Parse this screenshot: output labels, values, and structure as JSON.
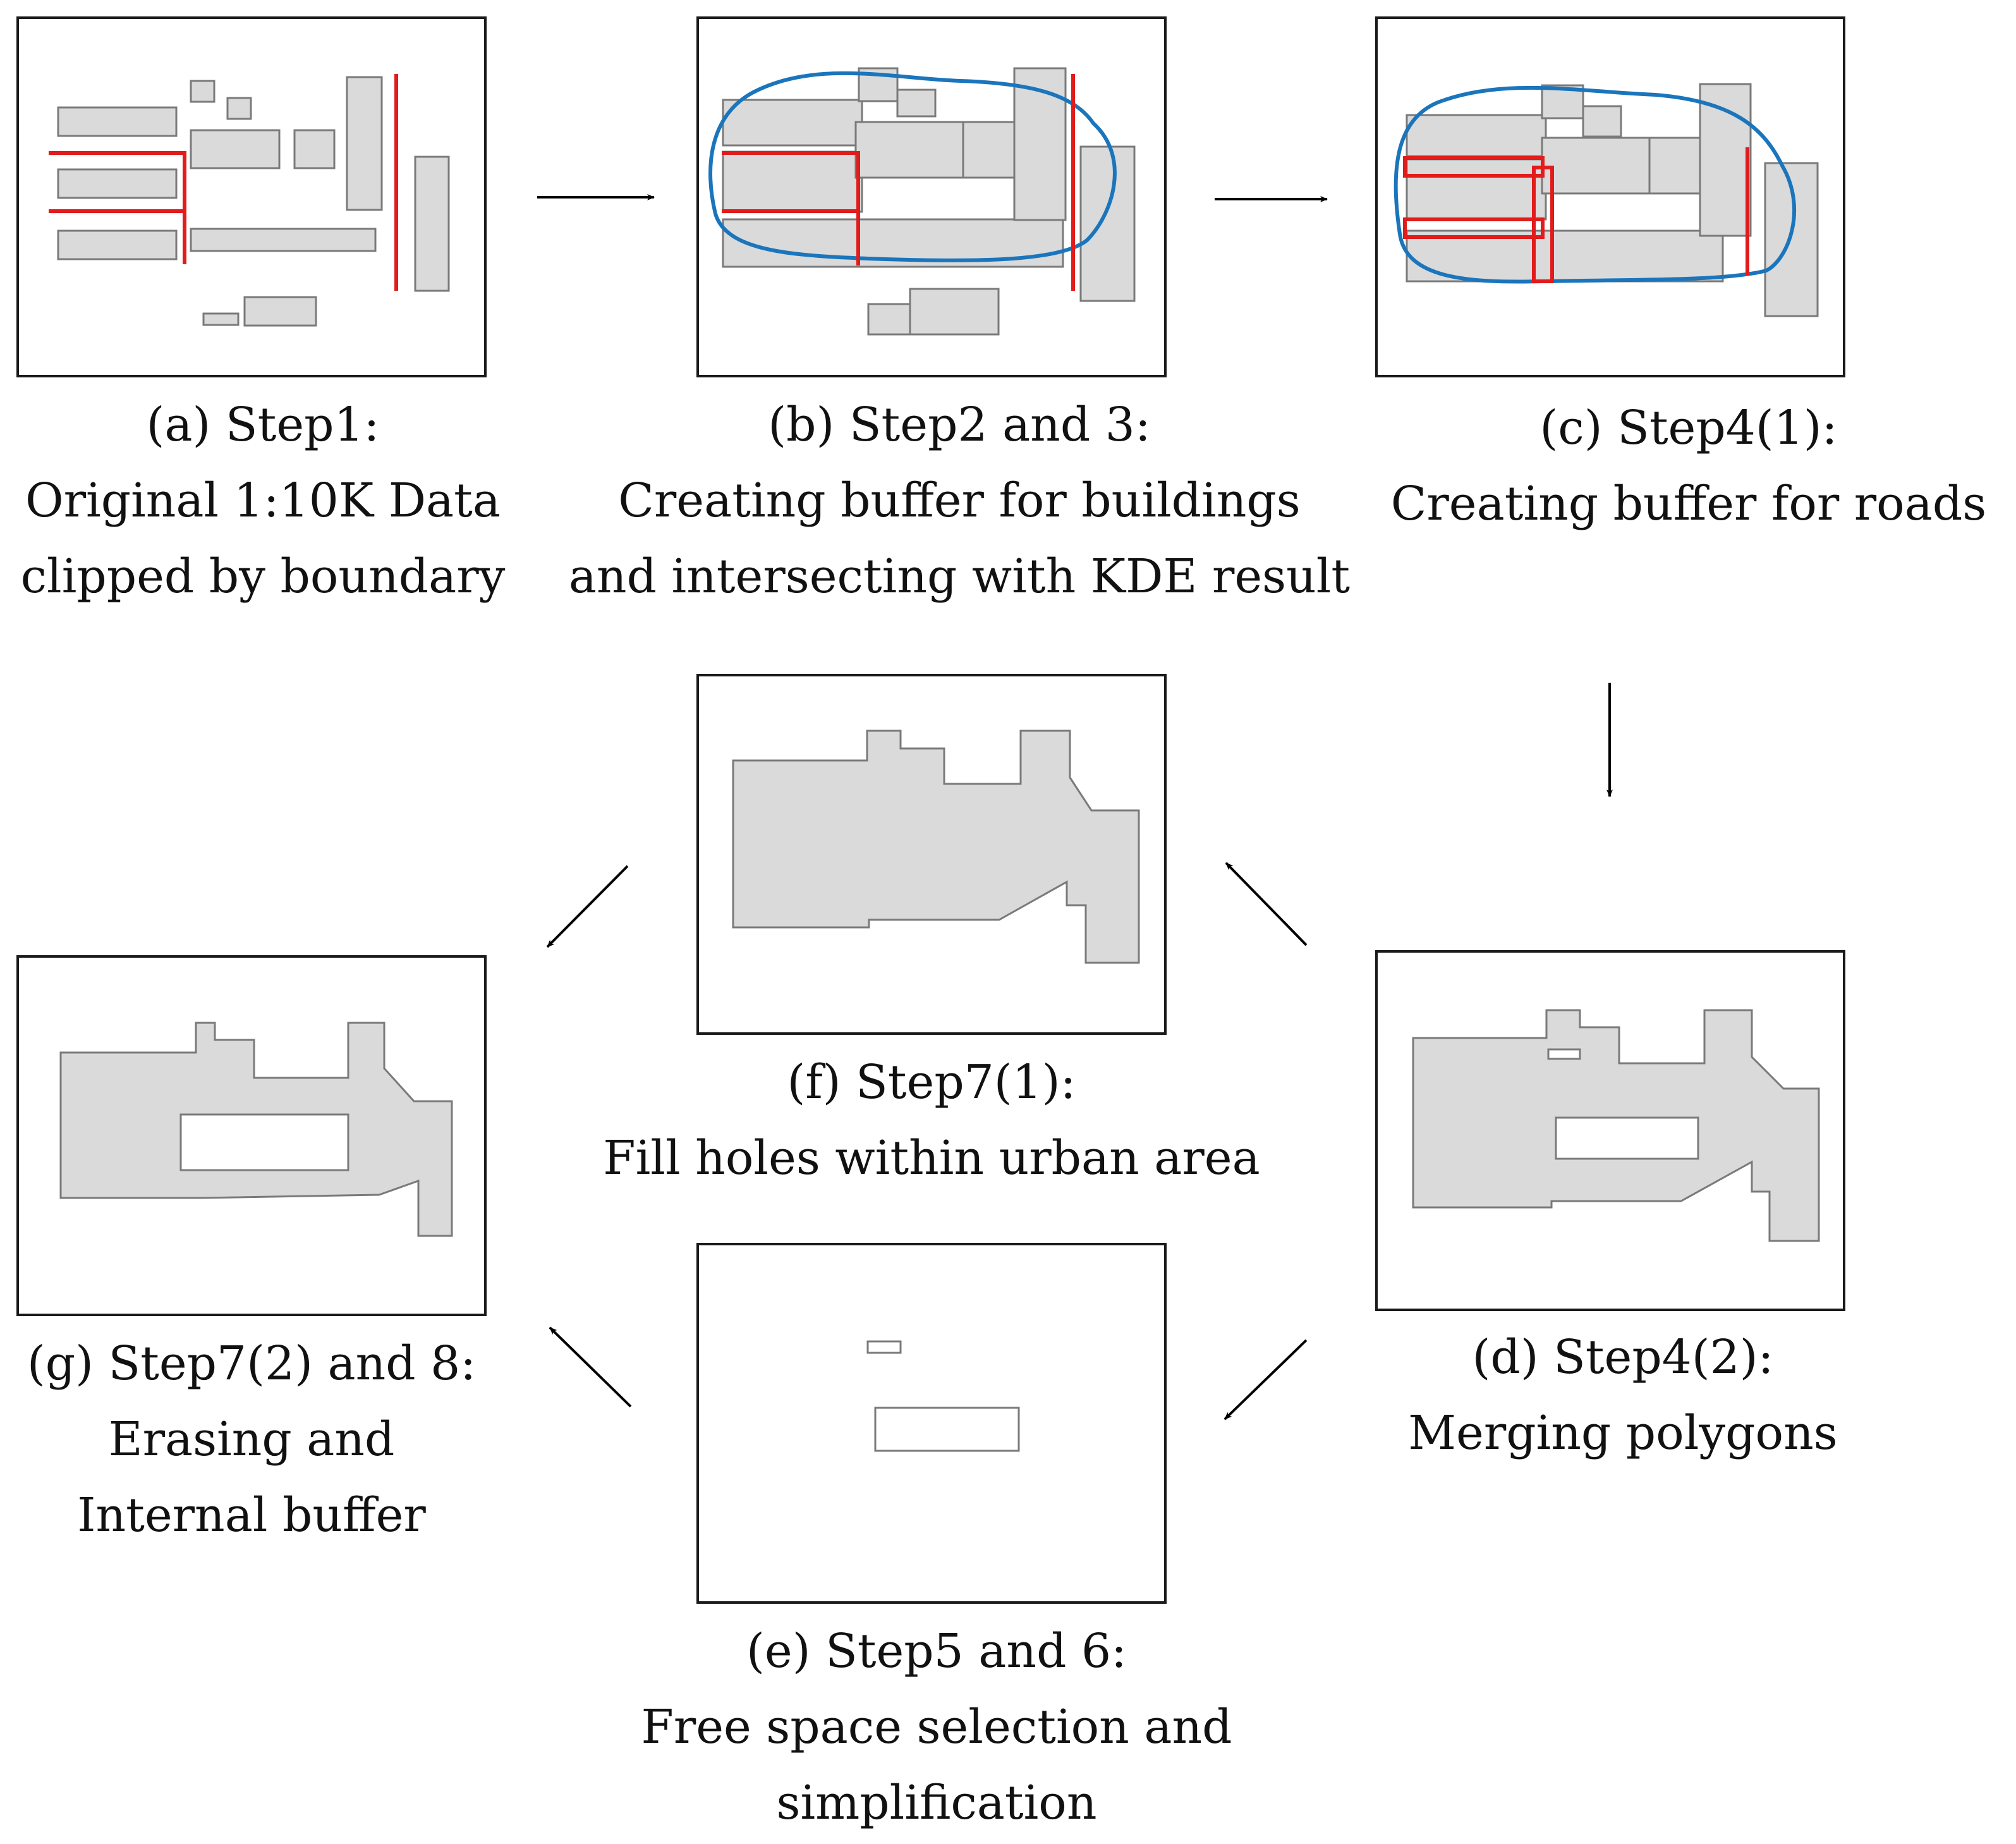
{
  "panels": {
    "a": {
      "line1": "(a) Step1:",
      "line2": "Original 1:10K Data",
      "line3": "clipped by boundary"
    },
    "b": {
      "line1": "(b) Step2 and 3:",
      "line2": "Creating buffer for buildings",
      "line3": "and intersecting with KDE result"
    },
    "c": {
      "line1": "(c) Step4(1):",
      "line2": "Creating buffer for roads"
    },
    "d": {
      "line1": "(d) Step4(2):",
      "line2": "Merging polygons"
    },
    "e": {
      "line1": "(e) Step5 and 6:",
      "line2": "Free space selection and",
      "line3": "simplification"
    },
    "f": {
      "line1": "(f) Step7(1):",
      "line2": "Fill holes within urban area"
    },
    "g": {
      "line1": "(g) Step7(2) and 8:",
      "line2": "Erasing and",
      "line3": "Internal buffer"
    }
  },
  "colors": {
    "building_fill": "#dadada",
    "road": "#e21b1b",
    "kde_boundary": "#1a75bc"
  }
}
